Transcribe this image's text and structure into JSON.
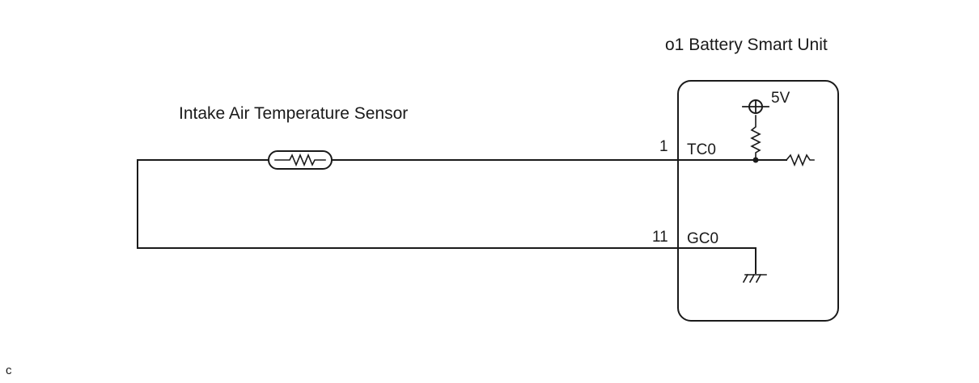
{
  "diagram": {
    "ecu_label": "o1 Battery Smart Unit",
    "sensor_label": "Intake Air Temperature Sensor",
    "supply_label": "5V",
    "pins": [
      {
        "number": "1",
        "name": "TC0"
      },
      {
        "number": "11",
        "name": "GC0"
      }
    ],
    "footer_code": "C"
  }
}
